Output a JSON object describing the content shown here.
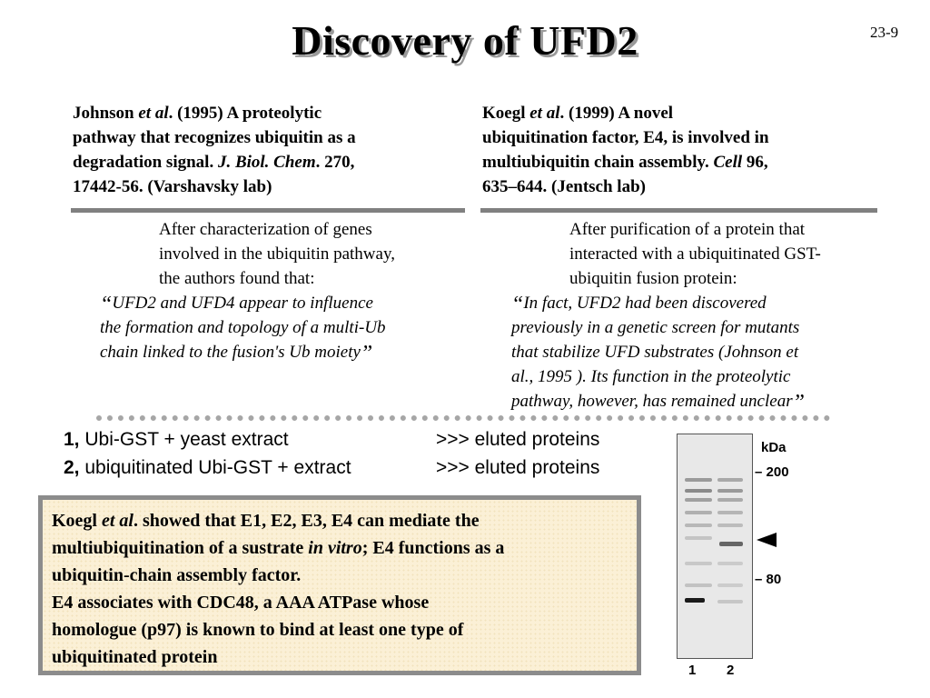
{
  "slide": {
    "title": "Discovery of UFD2",
    "number": "23-9"
  },
  "left_ref": {
    "line1_a": "Johnson ",
    "line1_b": "et al",
    "line1_c": ". (1995) A proteolytic",
    "line2": "pathway that recognizes ubiquitin as a",
    "line3_a": "degradation signal. ",
    "line3_b": "J. Biol. Chem",
    "line3_c": ". 270,",
    "line4": "17442-56. (Varshavsky lab)"
  },
  "right_ref": {
    "line1_a": "Koegl ",
    "line1_b": "et al",
    "line1_c": ". (1999) A novel",
    "line2": "ubiquitination factor, E4, is involved in",
    "line3_a": "multiubiquitin chain assembly. ",
    "line3_b": "Cell",
    "line3_c": " 96,",
    "line4": "635–644. (Jentsch lab)"
  },
  "left_intro": [
    "After characterization of genes",
    "involved in the ubiquitin pathway,",
    "the authors found that:"
  ],
  "left_quote": [
    "UFD2 and UFD4 appear to influence",
    "the formation and topology of a multi-Ub",
    "chain linked to the fusion's Ub moiety"
  ],
  "right_intro": [
    "After purification of a protein that",
    "interacted with a ubiquitinated GST-",
    "ubiquitin fusion protein:"
  ],
  "right_quote": [
    "In fact, UFD2 had been discovered",
    "previously in a genetic screen for mutants",
    "that stabilize UFD substrates (Johnson et",
    "al., 1995 ). Its function in the proteolytic",
    "pathway, however, has remained unclear"
  ],
  "quote_open": "“",
  "quote_close": "”",
  "lanes": [
    {
      "num": "1,",
      "desc": " Ubi-GST + yeast extract",
      "result": ">>> eluted proteins"
    },
    {
      "num": "2,",
      "desc": " ubiquitinated Ubi-GST + extract",
      "result": ">>> eluted proteins"
    }
  ],
  "summary": {
    "l1_a": "Koegl ",
    "l1_b": "et al",
    "l1_c": ". showed that E1, E2, E3, E4 can mediate the",
    "l2_a": "multiubiquitination of a sustrate ",
    "l2_b": "in vitro",
    "l2_c": "; E4 functions as a",
    "l3": "ubiquitin-chain assembly factor.",
    "l4": "E4 associates with CDC48, a AAA ATPase whose",
    "l5": "homologue (p97) is known to bind at least one type of",
    "l6": "ubiquitinated protein"
  },
  "gel": {
    "unit": "kDa",
    "markers": [
      "200",
      "80"
    ],
    "lanes": [
      "1",
      "2"
    ]
  }
}
